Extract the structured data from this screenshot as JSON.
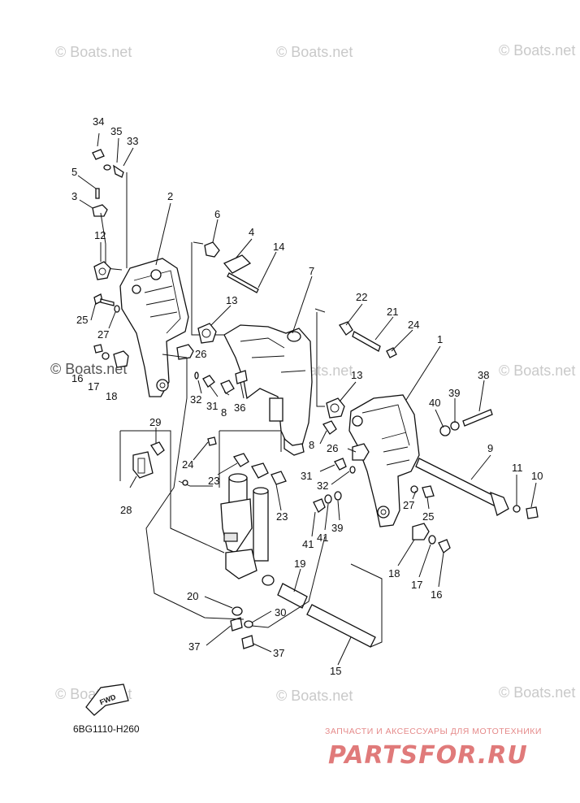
{
  "watermarks": [
    "© Boats.net",
    "© Boats.net",
    "© Boats.net",
    "© Boats.net",
    "© Boats.net",
    "© Boats.net",
    "© Boats.net",
    "© Boats.net",
    "© Boats.net"
  ],
  "diagram_code": "6BG1110-H260",
  "fwd_label": "FWD",
  "shop_tagline": "ЗАПЧАСТИ И АКСЕССУАРЫ ДЛЯ МОТОТЕХНИКИ",
  "shop_logo": "PARTSFOR.RU",
  "callouts": [
    "34",
    "35",
    "33",
    "5",
    "3",
    "2",
    "6",
    "4",
    "14",
    "12",
    "25",
    "27",
    "13",
    "7",
    "22",
    "21",
    "24",
    "1",
    "16",
    "17",
    "18",
    "26",
    "32",
    "31",
    "8",
    "36",
    "13",
    "38",
    "40",
    "39",
    "29",
    "24",
    "23",
    "23",
    "8",
    "26",
    "31",
    "32",
    "9",
    "11",
    "10",
    "28",
    "27",
    "25",
    "41",
    "41",
    "39",
    "18",
    "17",
    "16",
    "20",
    "19",
    "30",
    "37",
    "37",
    "15",
    "23"
  ]
}
